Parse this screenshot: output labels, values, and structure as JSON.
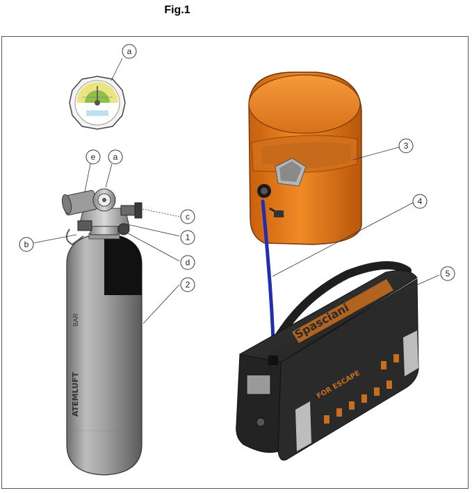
{
  "figure": {
    "title": "Fig.1"
  },
  "callouts": {
    "gauge_a": "a",
    "valve_e": "e",
    "valve_a": "a",
    "valve_b": "b",
    "valve_c": "c",
    "valve_1": "1",
    "valve_d": "d",
    "cylinder_2": "2",
    "hood_3": "3",
    "hose_4": "4",
    "bag_5": "5"
  },
  "cylinder": {
    "label_vertical": "ATEMLUFT",
    "label_bar": "BAR"
  },
  "bag": {
    "brand": "Spasciani",
    "product": "FOR ESCAPE"
  },
  "colors": {
    "hood_orange": "#e07a1a",
    "hose_blue": "#1f2fb0",
    "bag_black": "#262626",
    "cylinder_grey": "#a8a8a8",
    "gauge_yellow": "#e8df6a",
    "gauge_green": "#8fbf4a"
  }
}
